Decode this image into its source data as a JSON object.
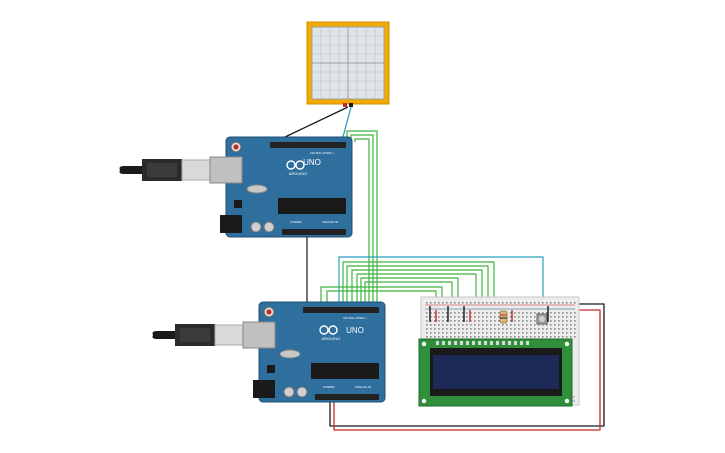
{
  "circuit": {
    "oscilloscope": {
      "name": "oscilloscope"
    },
    "arduino_top": {
      "model": "UNO",
      "brand": "ARDUINO",
      "header_digital": "DIGITAL (PWM~)",
      "header_power": "POWER",
      "header_analog": "ANALOG IN"
    },
    "arduino_bottom": {
      "model": "UNO",
      "brand": "ARDUINO",
      "header_digital": "DIGITAL (PWM~)",
      "header_power": "POWER",
      "header_analog": "ANALOG IN"
    },
    "breadboard": {
      "name": "breadboard"
    },
    "lcd": {
      "name": "lcd-16x2"
    }
  },
  "colors": {
    "board_blue": "#2f6f9e",
    "board_dark": "#1f4f73",
    "wire_green": "#3cb53c",
    "wire_teal": "#2a9fc0",
    "wire_black": "#1a1a1a",
    "wire_red": "#c62828",
    "scope_frame": "#f2a900",
    "lcd_green": "#2f8f3a",
    "lcd_screen": "#1d2a55"
  }
}
